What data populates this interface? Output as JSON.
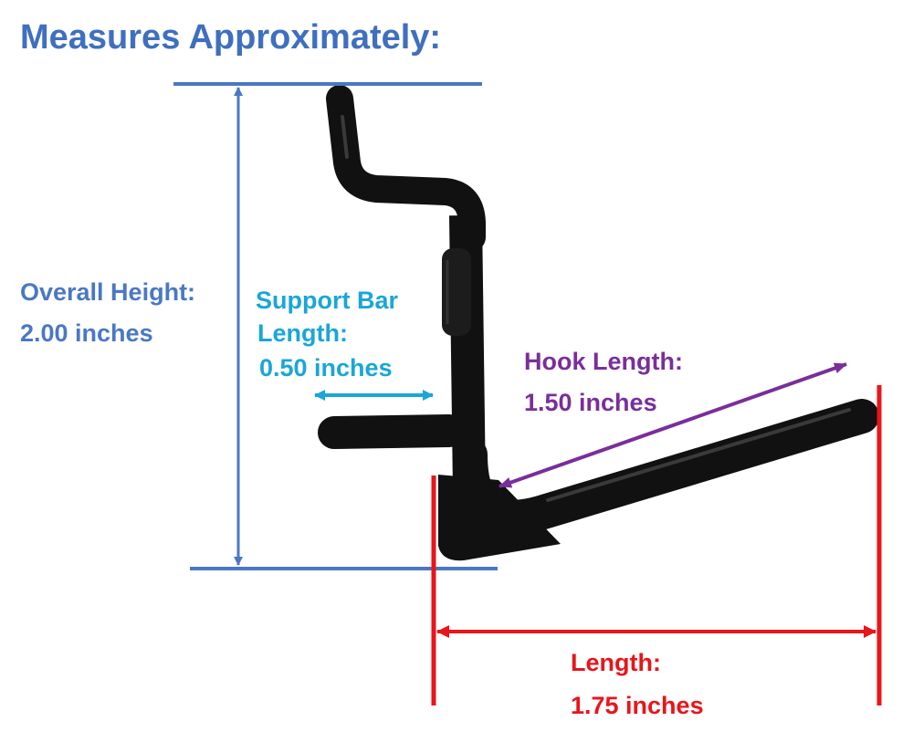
{
  "title": "Measures Approximately:",
  "overall_height": {
    "label": "Overall Height:",
    "value": "2.00 inches"
  },
  "support_bar": {
    "label_line1": "Support Bar",
    "label_line2": "Length:",
    "value": "0.50 inches"
  },
  "hook_length": {
    "label": "Hook Length:",
    "value": "1.50 inches"
  },
  "length": {
    "label": "Length:",
    "value": "1.75 inches"
  },
  "colors": {
    "title": "#3f6fbf",
    "overall_height": "#4a78c4",
    "support_bar": "#1aa6d8",
    "hook_length": "#7a2e9a",
    "length": "#e8151b",
    "hook": "#111111"
  },
  "icons": {
    "hook_image": "pegboard-hook-icon"
  }
}
